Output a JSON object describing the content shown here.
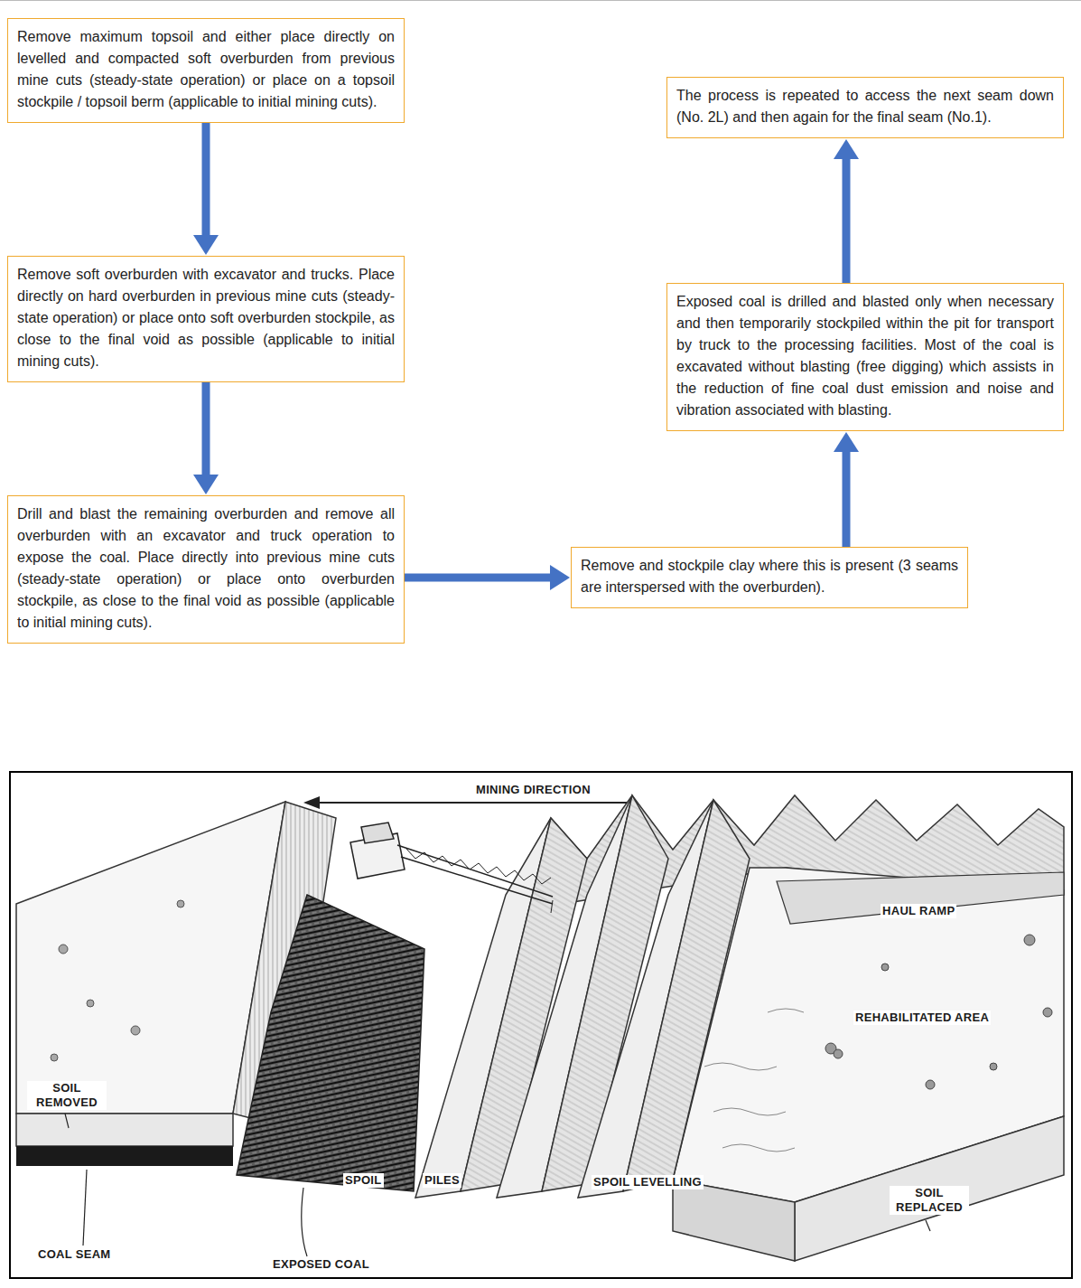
{
  "diagram": {
    "nodes": [
      {
        "text": [
          "Remove maximum topsoil and either place directly on levelled and compacted soft overburden from previous mine cuts (steady-state operation) or place on a topsoil stockpile / topsoil berm (applicable to initial mining cuts)."
        ]
      },
      {
        "text": [
          "Remove soft overburden with excavator and trucks. Place directly on hard overburden in previous mine cuts (steady-state operation) or place onto soft overburden stockpile, as close to the final void as possible (applicable to initial mining cuts)."
        ]
      },
      {
        "text": [
          "Drill and blast the remaining overburden and remove all overburden with an excavator and truck operation to expose the coal. Place directly into previous mine cuts (steady-state operation) or place onto overburden stockpile, as close to the final void as possible (applicable to initial mining cuts)."
        ]
      },
      {
        "text": [
          "Remove and stockpile clay where this is present (3 seams are interspersed with the overburden)."
        ]
      },
      {
        "text": [
          "Exposed coal is drilled and blasted only when necessary and then temporarily stockpiled within the pit for transport by truck to the processing facilities. Most of the coal is excavated without blasting (free digging) which assists in the reduction of fine coal dust emission and noise and vibration associated with blasting."
        ]
      },
      {
        "text": [
          "The process is repeated to access the next seam down (No. 2L) and then again for the final seam (No.1)."
        ]
      }
    ],
    "edges": [
      {
        "from": 0,
        "to": 1,
        "arrow": "to"
      },
      {
        "from": 1,
        "to": 2,
        "arrow": "to"
      },
      {
        "from": 2,
        "to": 3,
        "arrow": "to"
      },
      {
        "from": 3,
        "to": 4,
        "arrow": "to"
      },
      {
        "from": 4,
        "to": 5,
        "arrow": "to"
      }
    ],
    "labels": [
      "MINING DIRECTION",
      "HAUL RAMP",
      "REHABILITATED AREA",
      "SOIL REMOVED",
      "SPOIL",
      "PILES",
      "SPOIL LEVELLING",
      "SOIL REPLACED",
      "COAL SEAM",
      "EXPOSED COAL"
    ]
  }
}
